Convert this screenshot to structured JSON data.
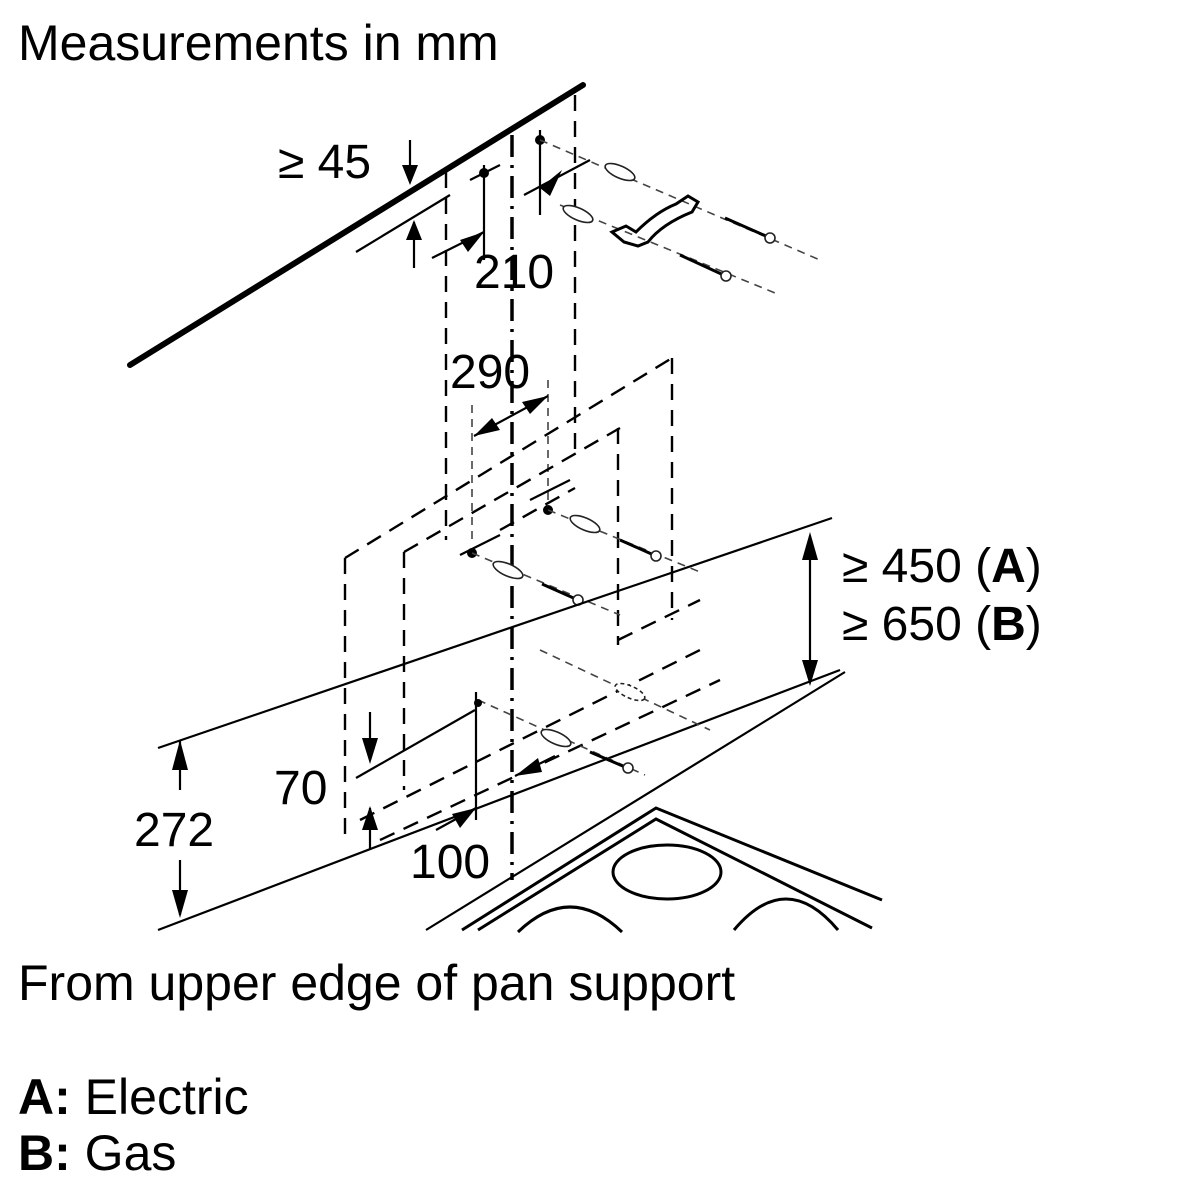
{
  "title": "Measurements in mm",
  "note": "From upper edge of pan support",
  "legend": [
    {
      "key": "A:",
      "label": "Electric"
    },
    {
      "key": "B:",
      "label": "Gas"
    }
  ],
  "dimensions": {
    "ceiling_gap": "≥ 45",
    "bracket_offset": "210",
    "chimney_width": "290",
    "height_electric": "≥ 450 (",
    "height_electric_key": "A",
    "height_gas": "≥ 650 (",
    "height_gas_key": "B",
    "close_paren": ")",
    "hood_height": "272",
    "lower_fixing_height": "70",
    "lower_fixing_offset": "100"
  },
  "components": {
    "ceiling": "ceiling-line",
    "chimney": "chimney-outline",
    "hood": "hood-outline",
    "hob": "hob-outline",
    "fixings": "screw-and-dowel"
  }
}
